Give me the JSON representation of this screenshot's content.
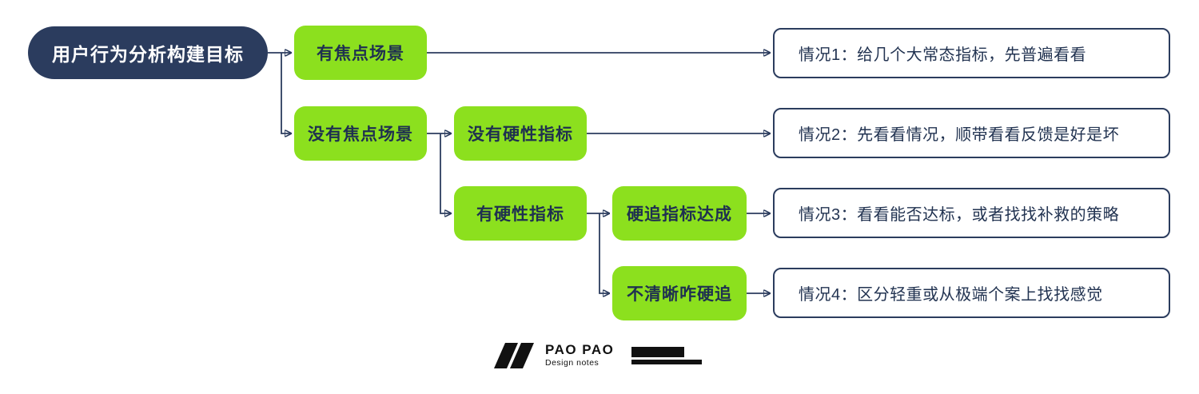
{
  "root": {
    "label": "用户行为分析构建目标"
  },
  "branches": [
    {
      "id": "has-focus-scene",
      "label": "有焦点场景"
    },
    {
      "id": "no-focus-scene",
      "label": "没有焦点场景"
    },
    {
      "id": "no-hard-metric",
      "label": "没有硬性指标"
    },
    {
      "id": "has-hard-metric",
      "label": "有硬性指标"
    },
    {
      "id": "chase-metric-achieved",
      "label": "硬追指标达成"
    },
    {
      "id": "unclear-how-to-chase",
      "label": "不清晰咋硬追"
    }
  ],
  "outcomes": [
    {
      "id": "case-1",
      "label": "情况1：给几个大常态指标，先普遍看看"
    },
    {
      "id": "case-2",
      "label": "情况2：先看看情况，顺带看看反馈是好是坏"
    },
    {
      "id": "case-3",
      "label": "情况3：看看能否达标，或者找找补救的策略"
    },
    {
      "id": "case-4",
      "label": "情况4：区分轻重或从极端个案上找找感觉"
    }
  ],
  "logo": {
    "brand": "PAO PAO",
    "subtitle": "Design notes"
  },
  "colors": {
    "navy": "#2b3c5e",
    "green": "#8ce01e",
    "text_dark": "#1f3050",
    "background": "#ffffff"
  }
}
